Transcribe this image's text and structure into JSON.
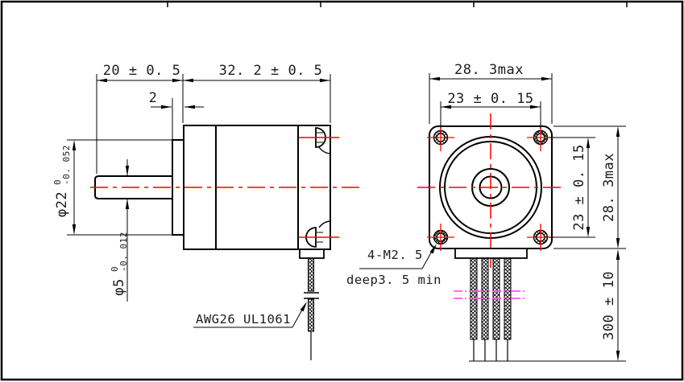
{
  "drawing": {
    "type": "stepper-motor-dimension-drawing",
    "views": [
      "side-view",
      "front-view"
    ],
    "colors": {
      "object_line": "#000000",
      "centerline": "#ff0000",
      "phantom_break_line": "#ff55ff",
      "background": "#ffffff"
    },
    "side_view": {
      "dims": {
        "shaft_extension": "20 ± 0. 5",
        "body_length": "32. 2 ± 0. 5",
        "boss_length": "2",
        "boss_diameter": {
          "main": "φ22",
          "tol_upper": "0",
          "tol_lower": "-0. 052"
        },
        "shaft_diameter": {
          "main": "φ5",
          "tol_upper": "0",
          "tol_lower": "-0. 012"
        }
      },
      "labels": {
        "wire_spec": "AWG26 UL1061"
      }
    },
    "front_view": {
      "dims": {
        "width_max": "28. 3max",
        "hole_spacing_horizontal": "23 ± 0. 15",
        "hole_spacing_vertical": "23 ± 0. 15",
        "height_max": "28. 3max",
        "lead_wire_length": "300 ± 10"
      },
      "labels": {
        "mounting_holes": "4-M2. 5",
        "thread_depth": "deep3. 5 min"
      },
      "wire_count": 4,
      "mounting_hole_count": 4
    }
  }
}
